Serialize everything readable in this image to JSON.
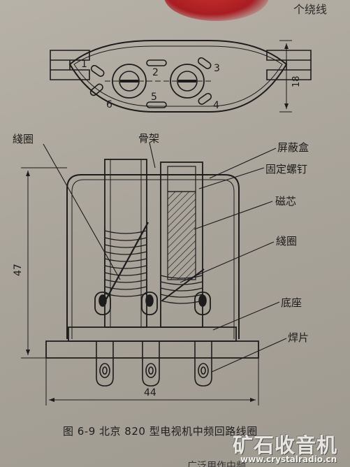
{
  "corner_text": "个绕线",
  "figure": {
    "top_view": {
      "pin_numbers": [
        "1",
        "2",
        "3",
        "4",
        "5",
        "6"
      ],
      "dimension_18": "18"
    },
    "labels": {
      "coil_left": "綫圈",
      "bobbin": "骨架",
      "shield_can": "屏蔽盒",
      "fixing_screw": "固定螺钉",
      "core": "磁芯",
      "coil_right": "綫圈",
      "base": "底座",
      "solder_lug": "焊片"
    },
    "dimension_47": "47",
    "dimension_44": "44"
  },
  "caption": "图 6-9   北京 820 型电视机中频回路线圈",
  "watermark": "矿石收音机",
  "watermark_url": "www.crystalradio.cn",
  "bottom_text": "广泛用作中频..."
}
